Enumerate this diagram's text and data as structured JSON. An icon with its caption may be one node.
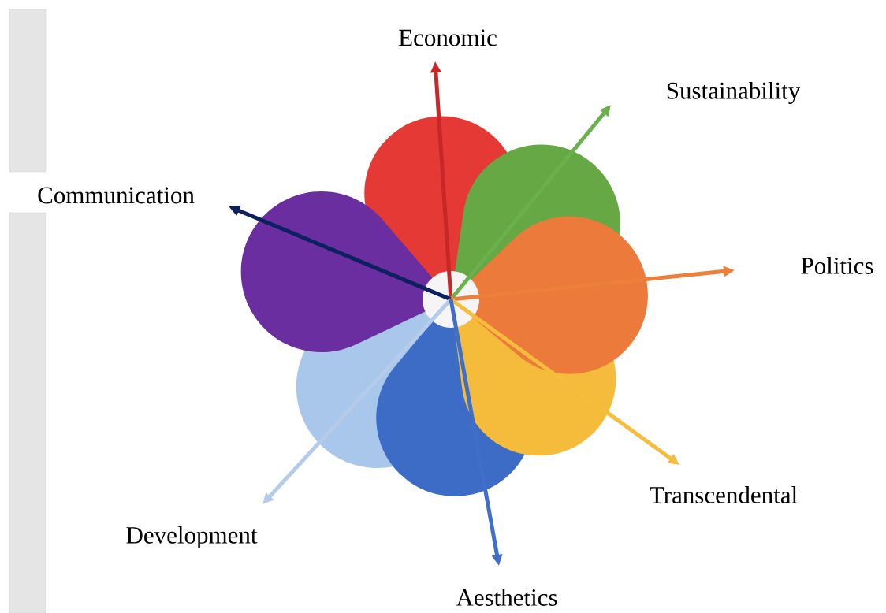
{
  "diagram": {
    "nodes": [
      {
        "text": [],
        "shape": "circle"
      },
      {
        "text": [
          "Economic"
        ]
      },
      {
        "text": [
          "Sustainability"
        ]
      },
      {
        "text": [
          "Communication"
        ]
      },
      {
        "text": [
          "Politics"
        ]
      },
      {
        "text": [
          "Transcendental"
        ]
      },
      {
        "text": [
          "Development"
        ]
      },
      {
        "text": [
          "Aesthetics"
        ]
      }
    ],
    "edges": [
      {
        "from": 0,
        "to": 1,
        "arrow": "to",
        "color": "#c62828"
      },
      {
        "from": 0,
        "to": 2,
        "arrow": "to",
        "color": "#6ab04c"
      },
      {
        "from": 0,
        "to": 3,
        "arrow": "to",
        "color": "#0d2060"
      },
      {
        "from": 0,
        "to": 4,
        "arrow": "to",
        "color": "#ec7f3a"
      },
      {
        "from": 0,
        "to": 5,
        "arrow": "to",
        "color": "#f6bd3c"
      },
      {
        "from": 0,
        "to": 6,
        "arrow": "to",
        "color": "#b4cbea"
      },
      {
        "from": 0,
        "to": 7,
        "arrow": "to",
        "color": "#3f6fc8"
      }
    ]
  }
}
